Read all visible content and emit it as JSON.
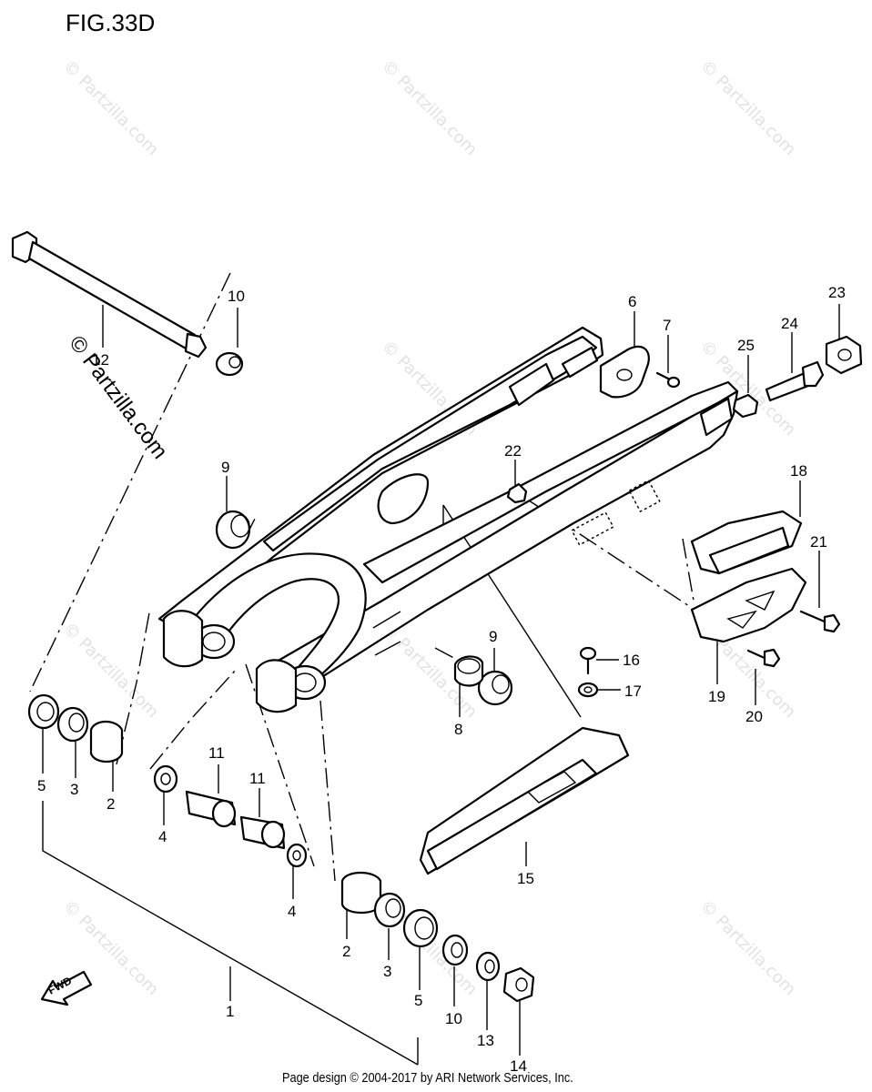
{
  "figure": {
    "title": "FIG.33D",
    "footer": "Page design © 2004-2017 by ARI Network Services, Inc.",
    "watermark": "© Partzilla.com",
    "fwd_label": "FWD"
  },
  "callouts": [
    {
      "id": "c1",
      "label": "1"
    },
    {
      "id": "c2a",
      "label": "2"
    },
    {
      "id": "c2b",
      "label": "2"
    },
    {
      "id": "c3a",
      "label": "3"
    },
    {
      "id": "c3b",
      "label": "3"
    },
    {
      "id": "c4a",
      "label": "4"
    },
    {
      "id": "c4b",
      "label": "4"
    },
    {
      "id": "c5a",
      "label": "5"
    },
    {
      "id": "c5b",
      "label": "5"
    },
    {
      "id": "c6",
      "label": "6"
    },
    {
      "id": "c7",
      "label": "7"
    },
    {
      "id": "c8",
      "label": "8"
    },
    {
      "id": "c9a",
      "label": "9"
    },
    {
      "id": "c9b",
      "label": "9"
    },
    {
      "id": "c10a",
      "label": "10"
    },
    {
      "id": "c10b",
      "label": "10"
    },
    {
      "id": "c11a",
      "label": "11"
    },
    {
      "id": "c11b",
      "label": "11"
    },
    {
      "id": "c12",
      "label": "12"
    },
    {
      "id": "c13",
      "label": "13"
    },
    {
      "id": "c14",
      "label": "14"
    },
    {
      "id": "c15",
      "label": "15"
    },
    {
      "id": "c16",
      "label": "16"
    },
    {
      "id": "c17",
      "label": "17"
    },
    {
      "id": "c18",
      "label": "18"
    },
    {
      "id": "c19",
      "label": "19"
    },
    {
      "id": "c20",
      "label": "20"
    },
    {
      "id": "c21",
      "label": "21"
    },
    {
      "id": "c22",
      "label": "22"
    },
    {
      "id": "c23",
      "label": "23"
    },
    {
      "id": "c24",
      "label": "24"
    },
    {
      "id": "c25",
      "label": "25"
    }
  ]
}
